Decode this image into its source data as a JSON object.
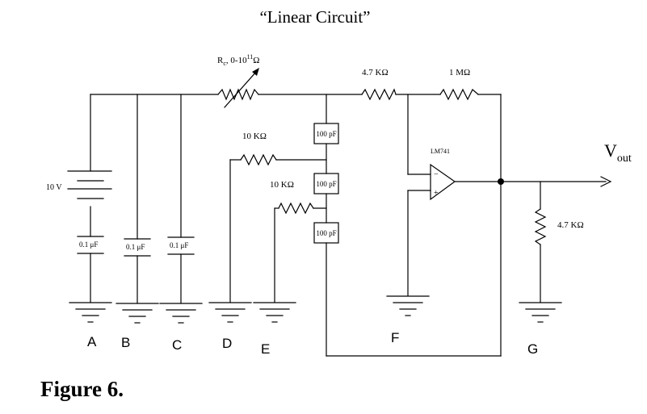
{
  "title": "“Linear Circuit”",
  "caption": "Figure 6.",
  "labels": {
    "rc_main": "R",
    "rc_sub": "c",
    "rc_rest": ", 0-10",
    "rc_sup": "11",
    "rc_unit": "Ω",
    "r_4k7_top": "4.7 KΩ",
    "r_1m": "1 MΩ",
    "r_10k_upper": "10 KΩ",
    "r_10k_lower": "10 KΩ",
    "c_100p_1": "100 pF",
    "c_100p_2": "100 pF",
    "c_100p_3": "100 pF",
    "opamp": "LM741",
    "vout_main": "V",
    "vout_sub": "out",
    "battery": "10 V",
    "c_01u_a": "0.1 μF",
    "c_01u_b": "0.1 μF",
    "c_01u_c": "0.1 μF",
    "r_4k7_out": "4.7 KΩ",
    "minus": "−",
    "plus": "+"
  },
  "nodes": {
    "A": "A",
    "B": "B",
    "C": "C",
    "D": "D",
    "E": "E",
    "F": "F",
    "G": "G"
  }
}
